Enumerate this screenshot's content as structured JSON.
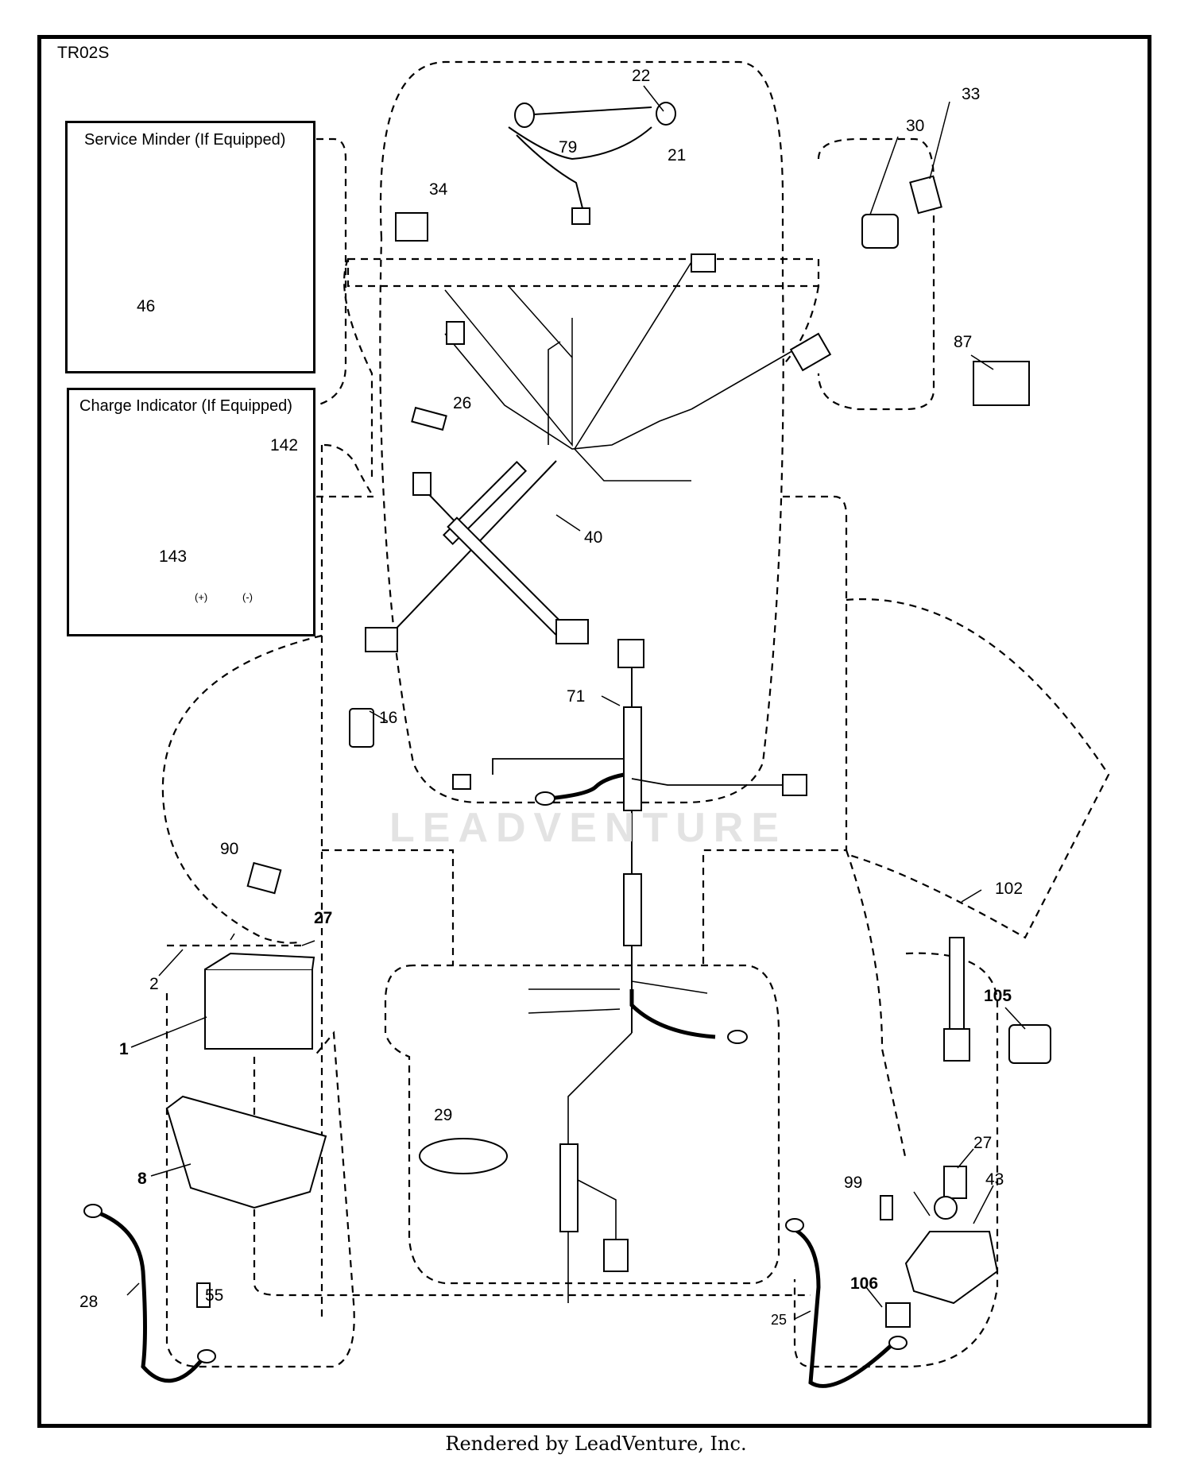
{
  "frame_id": "TR02S",
  "footer": "Rendered by LeadVenture, Inc.",
  "watermark": "LEADVENTURE",
  "insets": {
    "service_minder": "Service Minder (If Equipped)",
    "charge_indicator": "Charge Indicator (If Equipped)",
    "plus_terminal": "(+)",
    "minus_terminal": "(-)"
  },
  "callouts": {
    "c22": "22",
    "c79": "79",
    "c21": "21",
    "c34": "34",
    "c30": "30",
    "c33": "33",
    "c46": "46",
    "c26": "26",
    "c87": "87",
    "c142": "142",
    "c143": "143",
    "c40": "40",
    "c71": "71",
    "c16": "16",
    "c90": "90",
    "c27a": "27",
    "c2": "2",
    "c1": "1",
    "c102": "102",
    "c105": "105",
    "c29": "29",
    "c8": "8",
    "c27b": "27",
    "c99": "99",
    "c43": "43",
    "c28": "28",
    "c55": "55",
    "c106": "106",
    "c25": "25"
  }
}
